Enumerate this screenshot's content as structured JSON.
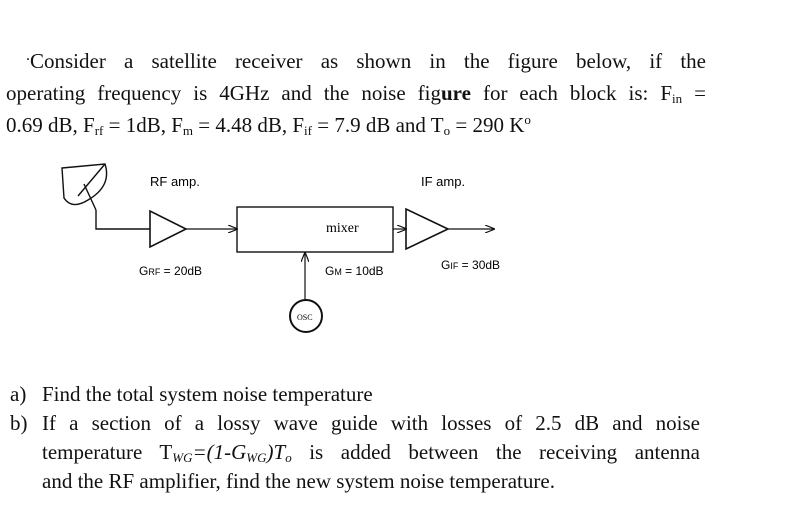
{
  "intro": {
    "bullet": "..",
    "line1": "Consider a satellite receiver as shown in the figure below, if the",
    "line2_prefix": "operating frequency is 4GHz and the noise fig",
    "line2_bold": "ure",
    "line2_suffix": " for each block is: F",
    "line2_sub_in": "in",
    "line2_end": " =",
    "line3_a": "0.69 dB, F",
    "line3_sub_rf": "rf",
    "line3_b": " = 1dB, F",
    "line3_sub_m": "m",
    "line3_c": " = 4.48 dB, F",
    "line3_sub_if": "if",
    "line3_d": " = 7.9 dB and T",
    "line3_sub_o": "o",
    "line3_e": " = 290 K",
    "line3_sup": "o"
  },
  "diagram": {
    "rf_amp_label": "RF amp.",
    "if_amp_label": "IF amp.",
    "mixer_label": "mixer",
    "osc_label": "OSC",
    "grf_g": "G",
    "grf_sub": "RF",
    "grf_val": " = 20dB",
    "gm_g": "G",
    "gm_sub": "M",
    "gm_val": " = 10dB",
    "gif_g": "G",
    "gif_sub": "IF",
    "gif_val": " = 30dB"
  },
  "questions": {
    "a_label": "a)",
    "a_text": "Find the total system noise temperature",
    "b_label": "b)",
    "b_line1": "If a section of a lossy wave guide with losses of 2.5 dB and noise",
    "b_l2_a": "temperature T",
    "b_l2_sub1": "WG",
    "b_l2_b": "=(1-G",
    "b_l2_sub2": "WG",
    "b_l2_c": ")T",
    "b_l2_sub3": "o",
    "b_l2_d": "  is added between the receiving antenna",
    "b_line3": "and the RF amplifier, find the new system noise temperature."
  }
}
